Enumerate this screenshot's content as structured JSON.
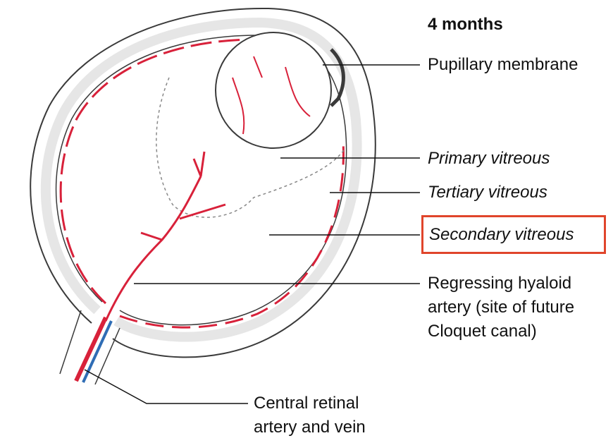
{
  "diagram": {
    "title": "4 months",
    "labels": {
      "pupillary_membrane": "Pupillary membrane",
      "primary_vitreous": "Primary vitreous",
      "tertiary_vitreous": "Tertiary vitreous",
      "secondary_vitreous": "Secondary vitreous",
      "hyaloid_line1": "Regressing hyaloid",
      "hyaloid_line2": "artery (site of future",
      "hyaloid_line3": "Cloquet canal)",
      "central_line1": "Central retinal",
      "central_line2": "artery and vein"
    },
    "highlighted_label": "Secondary vitreous",
    "colors": {
      "vessel": "#d8213a",
      "vein": "#2f6db5",
      "outline": "#3a3a3a",
      "highlight_box": "#e0452b",
      "text": "#111111"
    }
  }
}
